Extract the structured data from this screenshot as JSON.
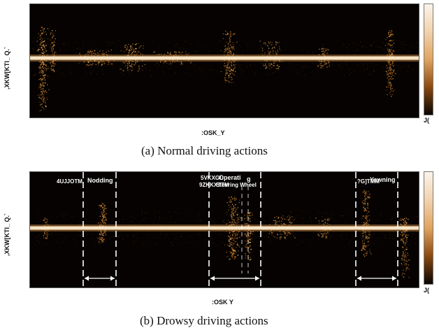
{
  "panel_a": {
    "ylabel": ",XKW[KTI_ Q.`",
    "xlabel": ":OSK_Y",
    "cbar_label": "J(",
    "caption": "(a) Normal driving actions"
  },
  "panel_b": {
    "ylabel": ",XKW[KTI_ Q.`",
    "xlabel": ":OSK Y",
    "cbar_label": "J(",
    "caption": "(b) Drowsy driving actions",
    "segments": [
      {
        "label": "4UJJOTM"
      },
      {
        "label": "Nodding"
      },
      {
        "label": "5VKXGL"
      },
      {
        "label": "9ZKKXTTM"
      },
      {
        "label": "Operati"
      },
      {
        "label": "g"
      },
      {
        "label": "Steering Wheel"
      },
      {
        "label": "?G]TMM"
      },
      {
        "label": "Yawning"
      }
    ]
  },
  "colors": {
    "background": "#050201",
    "center_band": "#f6e3c4",
    "signal": "#e59a3b",
    "dashed_line": "#ffffff"
  }
}
